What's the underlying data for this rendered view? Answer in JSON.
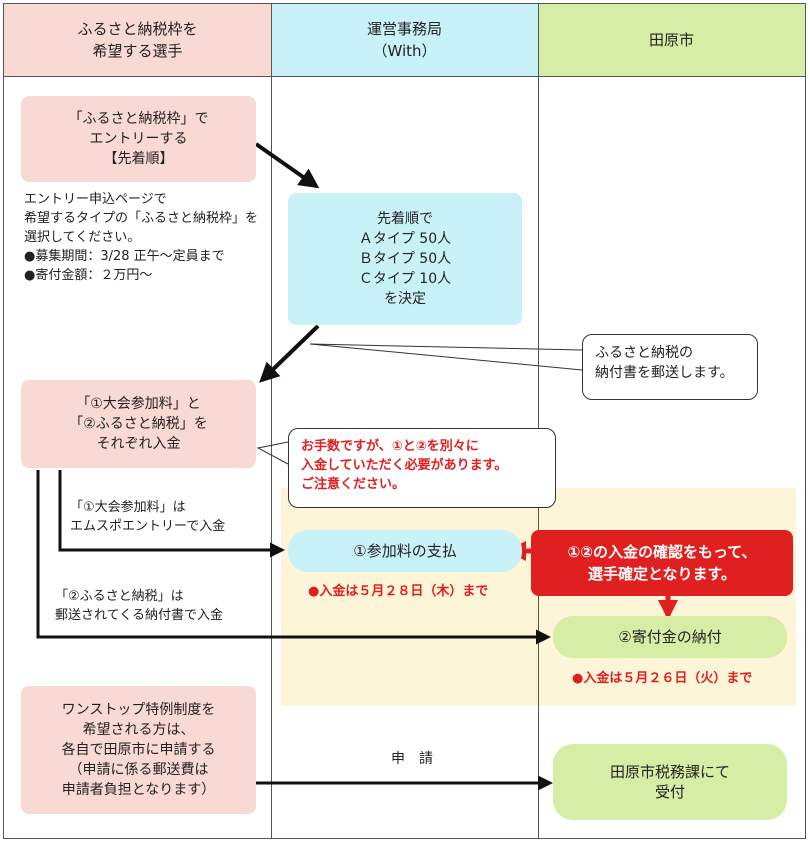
{
  "columns": {
    "player": "ふるさと納税枠を\n希望する選手",
    "office": "運営事務局\n（With）",
    "city": "田原市"
  },
  "boxes": {
    "entry": "「ふるさと納税枠」で\nエントリーする\n【先着順】",
    "decide": "先着順で\nＡタイプ 50人\nＢタイプ 50人\nＣタイプ 10人\nを決定",
    "deposit": "「①大会参加料」と\n「②ふるさと納税」を\nそれぞれ入金",
    "fee_payment": "①参加料の支払",
    "donation_payment": "②寄付金の納付",
    "onestop": "ワンストップ特例制度を\n希望される方は、\n各自で田原市に申請する\n（申請に係る郵送費は\n申請者負担となります）",
    "tax_office": "田原市税務課にて\n受付"
  },
  "notes": {
    "entry_note": "エントリー申込ページで\n希望するタイプの「ふるさと納税枠」を\n選択してください。\n●募集期間：3/28 正午～定員まで\n●寄付金額：２万円～"
  },
  "callouts": {
    "mail": "ふるさと納税の\n納付書を郵送します。",
    "caution": "お手数ですが、①と②を別々に\n入金していただく必要があります。\nご注意ください。"
  },
  "confirm": "①②の入金の確認をもって、\n選手確定となります。",
  "labels": {
    "fee_route": "「①大会参加料」は\nエムスポエントリーで入金",
    "tax_route": "「②ふるさと納税」は\n郵送されてくる納付書で入金",
    "apply": "申　請"
  },
  "deadlines": {
    "fee": "●入金は５月２８日（木）まで",
    "donation": "●入金は５月２６日（火）まで"
  },
  "colors": {
    "pink": "#f9d9d3",
    "cyan": "#c9f2f8",
    "green": "#d6eda6",
    "pale_yellow": "#fdf5d8",
    "red": "#e02020"
  }
}
